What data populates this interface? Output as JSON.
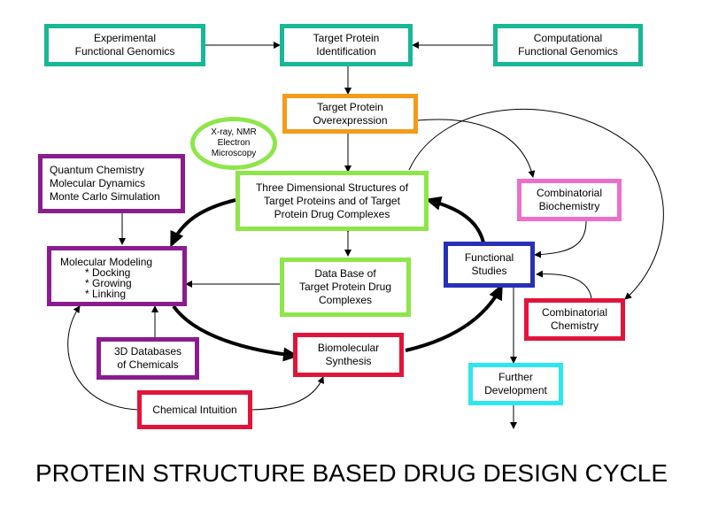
{
  "title": "PROTEIN STRUCTURE BASED DRUG DESIGN CYCLE",
  "colors": {
    "teal": "#18b894",
    "orange": "#f59a1b",
    "lime": "#8ee64a",
    "purple": "#8a1c8e",
    "pink": "#ee6fc9",
    "blue": "#2630b8",
    "red": "#e0153c",
    "cyan": "#2ee6ef"
  },
  "nodes": {
    "exp_genomics": [
      "Experimental",
      "Functional Genomics"
    ],
    "target_id": [
      "Target Protein",
      "Identification"
    ],
    "comp_genomics": [
      "Computational",
      "Functional Genomics"
    ],
    "overexpression": [
      "Target Protein",
      "Overexpression"
    ],
    "xray": [
      "X-ray, NMR",
      "Electron",
      "Microscopy"
    ],
    "quantum": [
      "Quantum Chemistry",
      "Molecular Dynamics",
      "Monte Carlo Simulation"
    ],
    "three_d": [
      "Three Dimensional Structures of",
      "Target Proteins and of Target",
      "Protein Drug Complexes"
    ],
    "comb_biochem": [
      "Combinatorial",
      "Biochemistry"
    ],
    "mol_modeling": {
      "title": "Molecular Modeling",
      "items": [
        "* Docking",
        "* Growing",
        "* Linking"
      ]
    },
    "database": [
      "Data Base of",
      "Target Protein Drug",
      "Complexes"
    ],
    "functional": [
      "Functional",
      "Studies"
    ],
    "comb_chem": [
      "Combinatorial",
      "Chemistry"
    ],
    "db3d": [
      "3D Databases",
      "of Chemicals"
    ],
    "biosynthesis": [
      "Biomolecular",
      "Synthesis"
    ],
    "further": [
      "Further",
      "Development"
    ],
    "intuition": [
      "Chemical Intuition"
    ]
  }
}
